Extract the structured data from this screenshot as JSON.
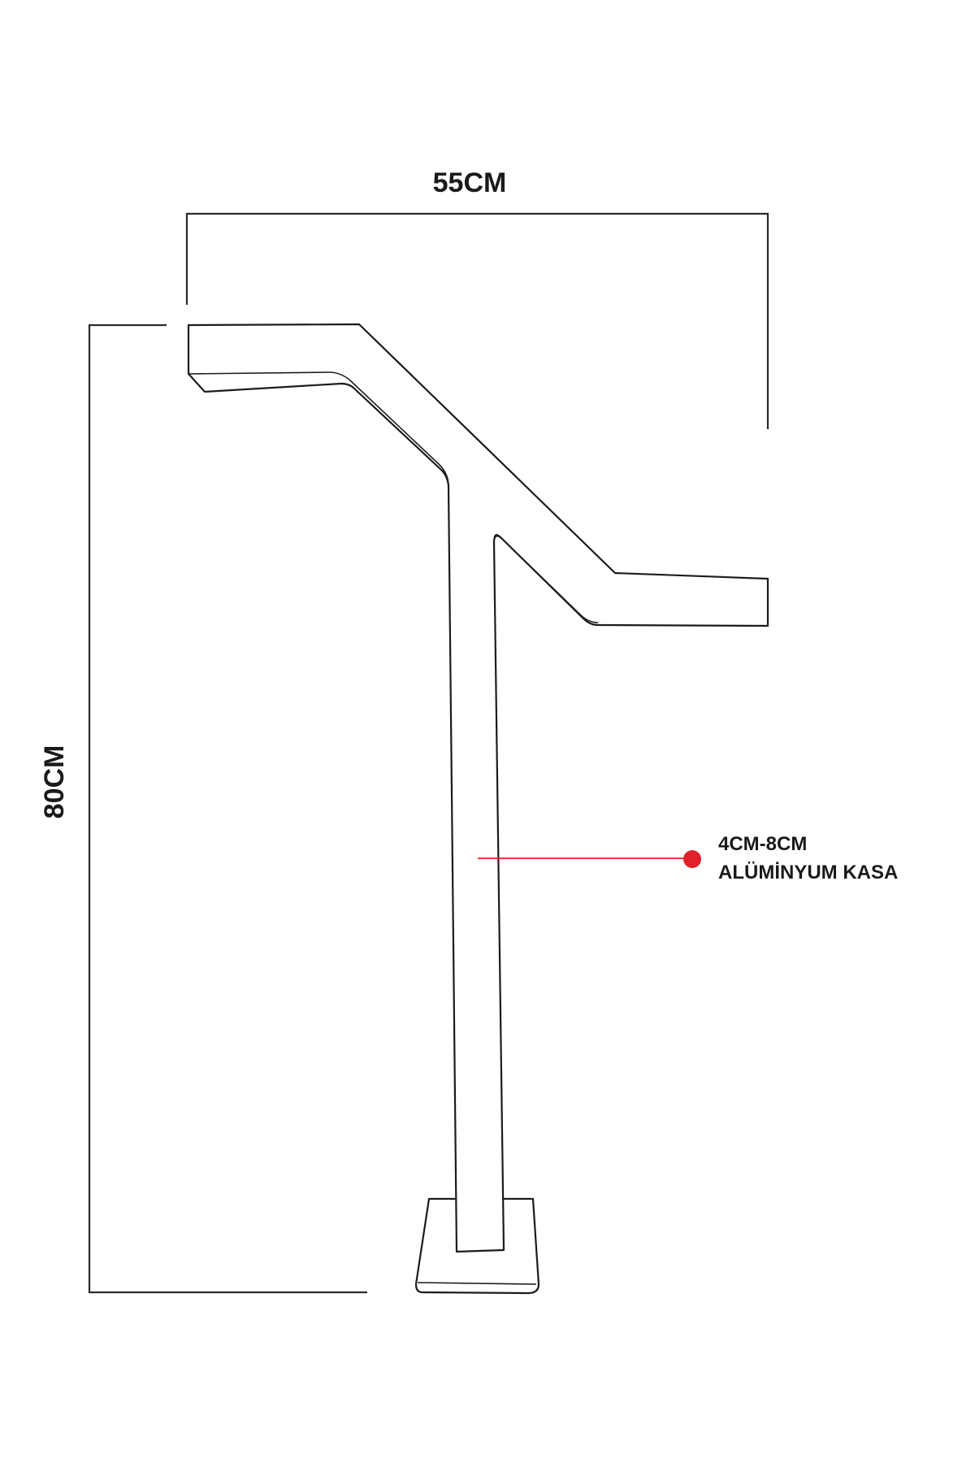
{
  "dimensions": {
    "width_label": "55CM",
    "height_label": "80CM"
  },
  "callout": {
    "line1": "4CM-8CM",
    "line2": "ALÜMİNYUM KASA",
    "color": "#e0202a"
  },
  "colors": {
    "stroke": "#1c1c1c",
    "background": "#ffffff"
  }
}
